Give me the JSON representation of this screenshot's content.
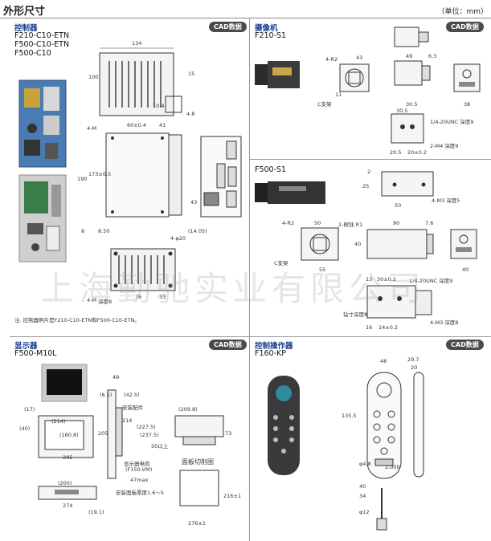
{
  "header": {
    "title": "外形尺寸",
    "unit": "（单位：mm）"
  },
  "cad_label": "CAD数据",
  "controller": {
    "title": "控制器",
    "models": [
      "F210-C10-ETN",
      "F500-C10-ETN",
      "F500-C10"
    ],
    "note": "注. 控制器照片是F210-C10-ETN和F500-C10-ETN。",
    "dims": {
      "d134": "134",
      "d100": "100",
      "d15": "15",
      "d10_4": "10.4",
      "d4_8": "4.8",
      "d4m": "4-M",
      "d60": "60±0.4",
      "d41": "41",
      "d190": "190",
      "d173": "173±0.5",
      "d8": "8",
      "d8_50": "8.50",
      "d76": "76",
      "d43": "43",
      "d14_05": "(14.05)",
      "d4phi": "4-φ20",
      "d4m2": "4-M",
      "dmat": "深度8",
      "d76b": "76",
      "d33": "33"
    }
  },
  "camera": {
    "title": "摄像机",
    "model": "F210-S1",
    "dims": {
      "d4r2": "4-R2",
      "d43": "43",
      "d49": "49",
      "d6_3": "6.3",
      "d30_5": "30.5",
      "d11": "11",
      "dcmount": "C支架",
      "d38": "38",
      "d30_5b": "30.5",
      "d14unc": "1/4-20UNC 深度9",
      "d2m4": "2-M4 深度9",
      "d20_5": "20.5",
      "d20": "20±0.2"
    }
  },
  "camera2": {
    "model": "F500-S1",
    "dims": {
      "d2": "2",
      "d25": "25",
      "d50": "50",
      "d4m3": "4-M3 深度5",
      "d4r2": "4-R2",
      "d50b": "50",
      "d2r1": "2-楔钱 R1",
      "d90": "90",
      "d7_6": "7.6",
      "d40": "40",
      "d55": "55",
      "d40b": "40",
      "dcmount": "C支架",
      "d13": "13",
      "d30": "30±0.2",
      "d14unc": "1/4-20UNC 深度9",
      "dmount": "钻寸深度8",
      "d4m3b": "4-M3 深度8",
      "d16": "16",
      "d14": "14±0.2"
    }
  },
  "monitor": {
    "title": "显示器",
    "model": "F500-M10L",
    "dims": {
      "d17": "(17)",
      "d40": "(40)",
      "d214": "(214)",
      "d160": "(160.8)",
      "d285": "285",
      "d205": "205",
      "d200": "(200)",
      "d274": "274",
      "d19": "(19.1)",
      "d49": "49",
      "d6_5": "(6.5)",
      "d42": "(42.5)",
      "dcab": "安装配件",
      "d214b": "214",
      "d227": "(227.5)",
      "d237": "(237.5)",
      "d50": "50以上",
      "dcable": "显示器电缆",
      "dcable2": "(F150-VM)",
      "d47": "47max",
      "dpanel": "安装面板厚度1.6～5",
      "d209": "(209.8)",
      "d73": "73",
      "dcut": "面板切削图",
      "d216": "216±1",
      "d276": "276±1"
    }
  },
  "console": {
    "title": "控制操作器",
    "model": "F160-KP",
    "dims": {
      "d48": "48",
      "d29": "29.7",
      "d20": "20",
      "d135": "135.5",
      "d4_8": "φ4.8",
      "d2000": "2,000",
      "d40": "40",
      "d34": "34",
      "d12": "φ12"
    }
  },
  "watermark": "上海勤驰实业有限公司"
}
